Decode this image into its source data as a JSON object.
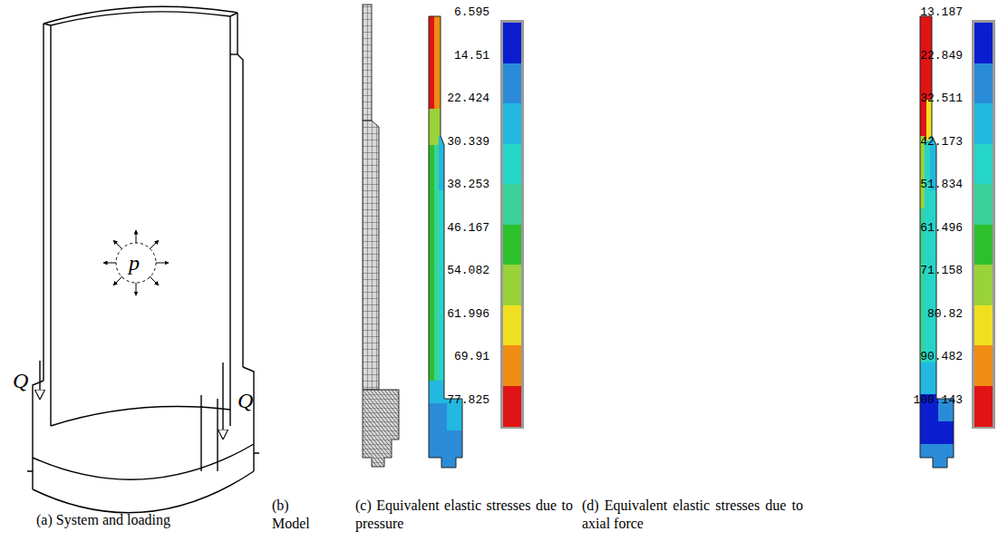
{
  "diagram": {
    "labels": [
      "Q",
      "p",
      "Q",
      "(a) System and loading",
      "(b) Model",
      "(c) Equivalent elastic stresses due to pressure",
      "(d) Equivalent elastic stresses due to axial force"
    ],
    "legend": [
      {
        "text": "6.595",
        "color": "#0a1ecf"
      },
      {
        "text": "14.51",
        "color": "#2a8cd8"
      },
      {
        "text": "22.424",
        "color": "#22b8e0"
      },
      {
        "text": "30.339",
        "color": "#25d5c8"
      },
      {
        "text": "38.253",
        "color": "#3ad29a"
      },
      {
        "text": "46.167",
        "color": "#2dc02d"
      },
      {
        "text": "54.082",
        "color": "#9ad23a"
      },
      {
        "text": "61.996",
        "color": "#f0e020"
      },
      {
        "text": "69.91",
        "color": "#f08c14"
      },
      {
        "text": "77.825",
        "color": "#e01414"
      },
      {
        "text": "13.187",
        "color": "#0a1ecf"
      },
      {
        "text": "22.849",
        "color": "#2a8cd8"
      },
      {
        "text": "32.511",
        "color": "#22b8e0"
      },
      {
        "text": "42.173",
        "color": "#25d5c8"
      },
      {
        "text": "51.834",
        "color": "#3ad29a"
      },
      {
        "text": "61.496",
        "color": "#2dc02d"
      },
      {
        "text": "71.158",
        "color": "#9ad23a"
      },
      {
        "text": "80.82",
        "color": "#f0e020"
      },
      {
        "text": "90.482",
        "color": "#f08c14"
      },
      {
        "text": "100.143",
        "color": "#e01414"
      }
    ]
  }
}
